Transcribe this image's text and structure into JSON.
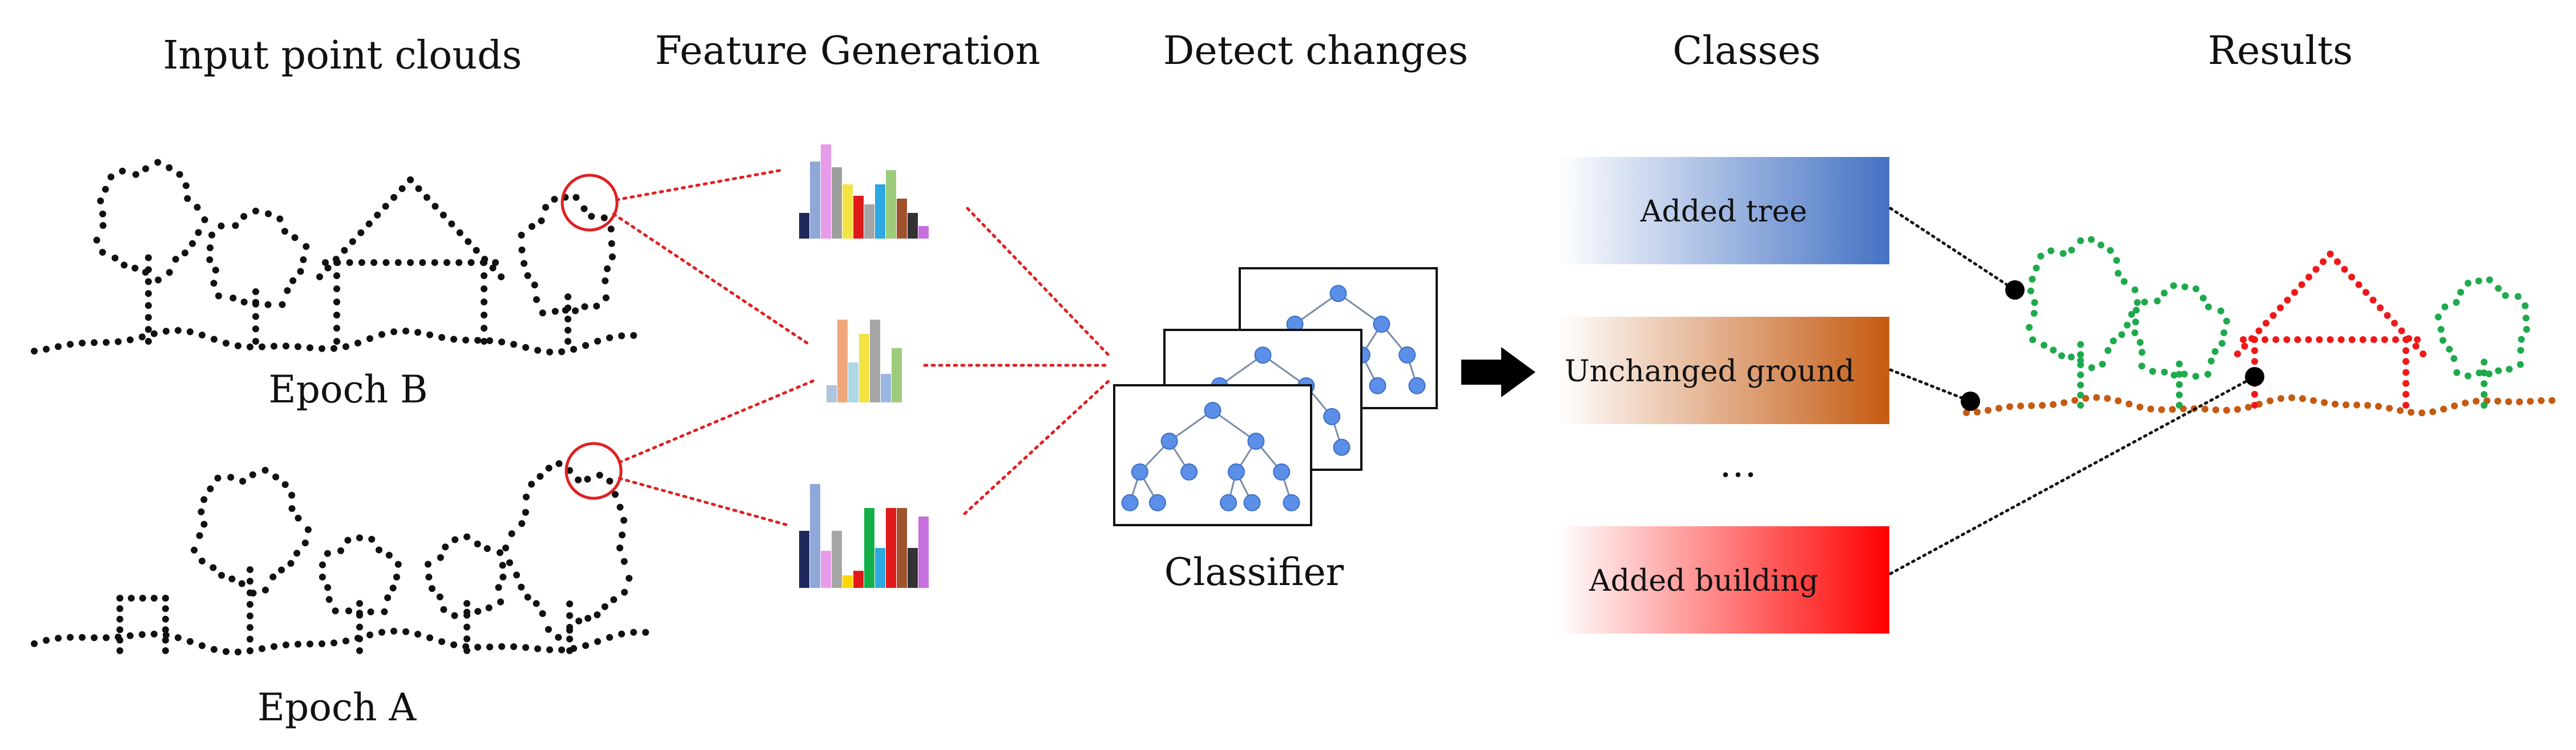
{
  "headers": {
    "input": "Input point clouds",
    "features": "Feature Generation",
    "detect": "Detect changes",
    "classes": "Classes",
    "results": "Results"
  },
  "labels": {
    "epoch_b": "Epoch B",
    "epoch_a": "Epoch A",
    "classifier": "Classifier",
    "ellipsis": "…"
  },
  "classes": [
    {
      "label": "Added tree",
      "color": "#4472C4"
    },
    {
      "label": "Unchanged ground",
      "color": "#C55A11"
    },
    {
      "label": "Added building",
      "color": "#FF0000"
    }
  ],
  "colors": {
    "points": "#111111",
    "highlight": "#E02020",
    "node": "#5B8FE8",
    "tree_result": "#1EAA4C",
    "ground_result": "#C55A11",
    "building_result": "#F01818"
  },
  "icons": {
    "arrow": "right-arrow-icon",
    "histogram": "histogram-icon",
    "decision_tree": "decision-tree-icon"
  }
}
